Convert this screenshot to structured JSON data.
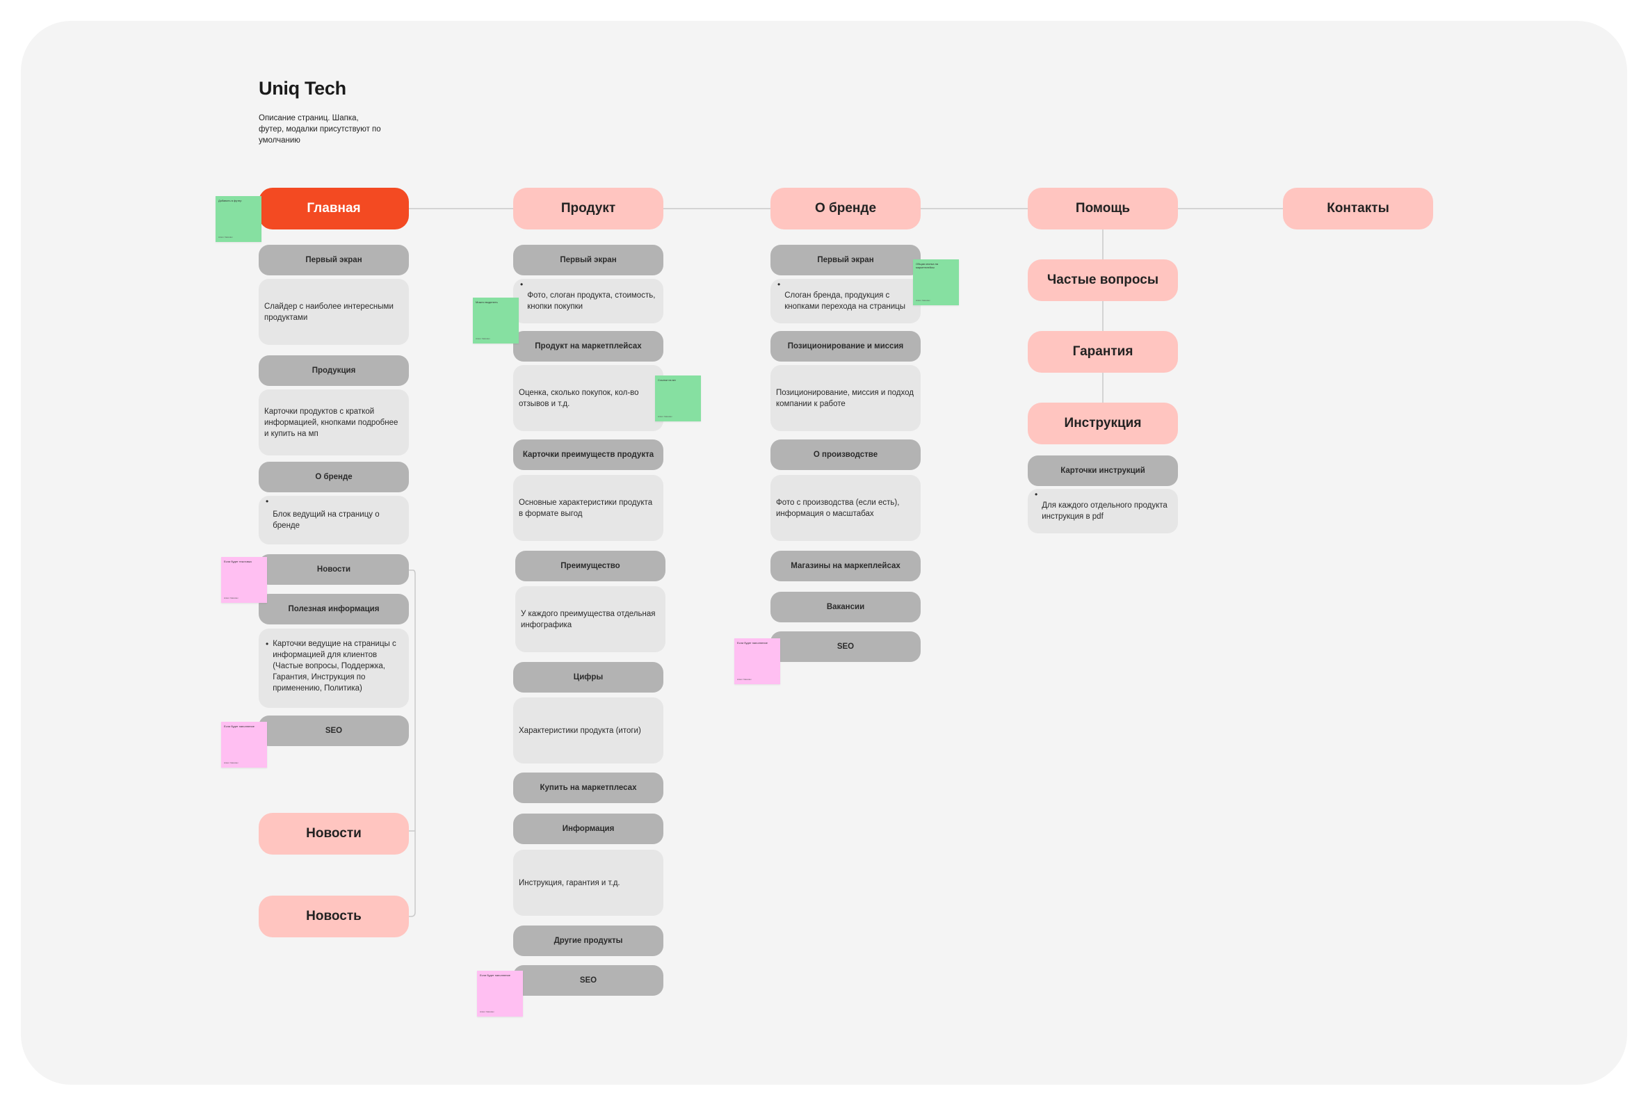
{
  "header": {
    "title": "Uniq Tech",
    "description": "Описание страниц. Шапка, футер, модалки присутствуют по умолчанию"
  },
  "pages": {
    "main": "Главная",
    "product": "Продукт",
    "brand": "О бренде",
    "help": "Помощь",
    "contacts": "Контакты",
    "faq": "Частые вопросы",
    "warranty": "Гарантия",
    "instruction": "Инструкция",
    "news": "Новости",
    "news_item": "Новость"
  },
  "main_col": {
    "s1": "Первый экран",
    "b1": "Слайдер с наиболее интересными продуктами",
    "s2": "Продукция",
    "b2": "Карточки продуктов с краткой информацией, кнопками подробнее и купить на мп",
    "s3": "О бренде",
    "b3": "Блок ведущий на страницу о бренде",
    "s4": "Новости",
    "s5": "Полезная информация",
    "b5": "Карточки ведущие на страницы с информацией для клиентов (Частые вопросы, Поддержка, Гарантия, Инструкция по применению, Политика)",
    "s6": "SEO"
  },
  "product_col": {
    "s1": "Первый экран",
    "b1": "Фото, слоган продукта, стоимость, кнопки покупки",
    "s2": "Продукт на маркетплейсах",
    "b2": "Оценка, сколько покупок, кол-во отзывов и т.д.",
    "s3": "Карточки преимуществ продукта",
    "b3": "Основные характеристики продукта в формате выгод",
    "s4": "Преимущество",
    "b4": "У каждого преимущества отдельная инфографика",
    "s5": "Цифры",
    "b5": "Характеристики продукта (итоги)",
    "s6": "Купить на маркетплесах",
    "s7": "Информация",
    "b7": "Инструкция, гарантия и т.д.",
    "s8": "Другие продукты",
    "s9": "SEO"
  },
  "brand_col": {
    "s1": "Первый экран",
    "b1": "Слоган бренда, продукция с кнопками перехода на страницы",
    "s2": "Позиционирование и миссия",
    "b2": "Позиционирование, миссия и подход компании к работе",
    "s3": "О производстве",
    "b3": "Фото с производства (если есть), информация о масштабах",
    "s4": "Магазины на маркеплейсах",
    "s5": "Вакансии",
    "s6": "SEO"
  },
  "help_col": {
    "s1": "Карточки инструкций",
    "b1": "Для каждого отдельного продукта инструкция в pdf"
  },
  "stickies": {
    "n1": "Добавить в футер",
    "n2": "Если будет текстовка",
    "n3": "Если будет наполнение",
    "n4": "Можно выделить",
    "n5": "Ссылки на мп",
    "n6": "Если будет наполнение",
    "n7": "Общая кнопка на маркетплейсы",
    "n8": "Если будет наполнение",
    "footer": "Anton Yakovlev"
  },
  "colors": {
    "main_page": "#f34a22",
    "page": "#ffc5c0",
    "section": "#b3b3b3",
    "block": "#e6e6e6",
    "sticky_green": "#86e0a1",
    "sticky_pink": "#ffbff2",
    "board": "#f4f4f4"
  }
}
